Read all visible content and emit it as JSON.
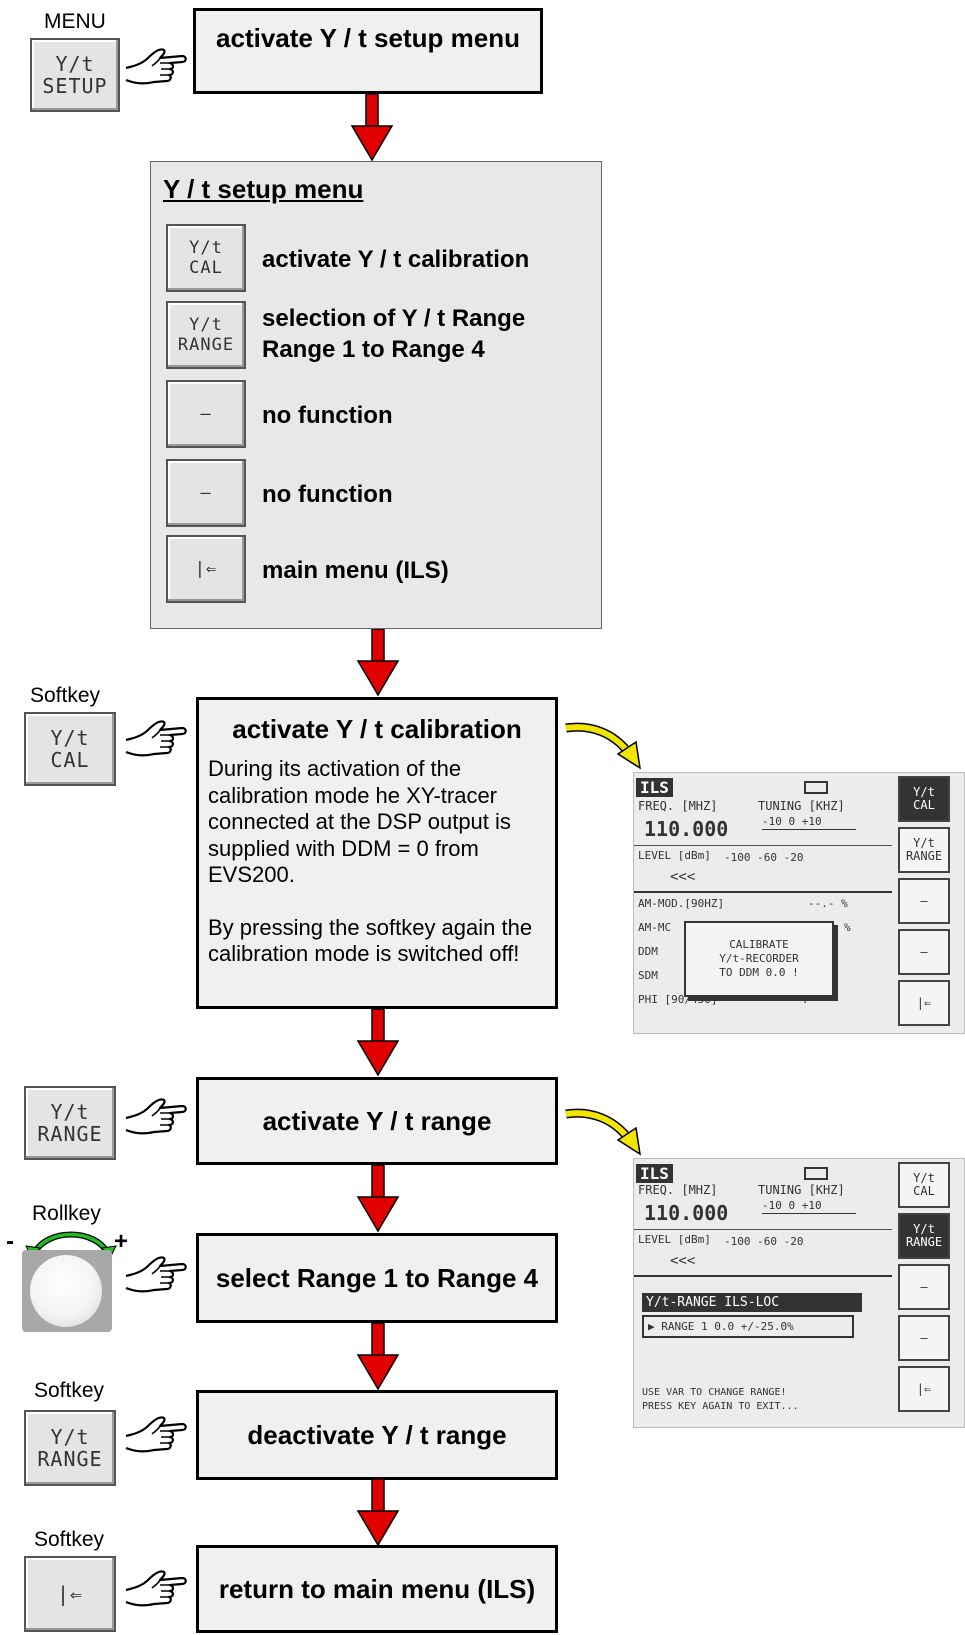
{
  "step1": {
    "key_caption": "MENU",
    "key_lines": [
      "Y/t",
      "SETUP"
    ],
    "box": "activate Y / t setup menu"
  },
  "setup_menu": {
    "title": "Y / t setup menu",
    "items": [
      {
        "key_lines": [
          "Y/t",
          "CAL"
        ],
        "desc": "activate Y / t calibration"
      },
      {
        "key_lines": [
          "Y/t",
          "RANGE"
        ],
        "desc_line1": "selection of Y / t Range",
        "desc_line2": "Range 1 to Range 4"
      },
      {
        "key_lines": [
          "–"
        ],
        "desc": "no function"
      },
      {
        "key_lines": [
          "–"
        ],
        "desc": "no function"
      },
      {
        "key_lines": [
          "|⇐"
        ],
        "desc": "main menu (ILS)"
      }
    ]
  },
  "step2": {
    "key_caption": "Softkey",
    "key_lines": [
      "Y/t",
      "CAL"
    ],
    "box_title": "activate Y / t calibration",
    "para1": "During its activation of the calibration mode he XY-tracer connected at the DSP output is supplied with DDM = 0 from EVS200.",
    "para2": "By pressing the softkey again the calibration mode is switched off!"
  },
  "step3": {
    "key_lines": [
      "Y/t",
      "RANGE"
    ],
    "box": "activate Y / t range"
  },
  "step4": {
    "key_caption": "Rollkey",
    "minus": "-",
    "plus": "+",
    "box": "select Range 1 to Range 4"
  },
  "step5": {
    "key_caption": "Softkey",
    "key_lines": [
      "Y/t",
      "RANGE"
    ],
    "box": "deactivate Y / t range"
  },
  "step6": {
    "key_caption": "Softkey",
    "key_lines": [
      "|⇐"
    ],
    "box": "return to main menu (ILS)"
  },
  "screen1": {
    "tag": "ILS",
    "freq_label": "FREQ. [MHZ]",
    "tuning_label": "TUNING [KHZ]",
    "freq_value": "110.000",
    "tuning_scale": "-10   0   +10",
    "level_label": "LEVEL [dBm]",
    "level_scale": "-100   -60   -20",
    "arrows": "<<<",
    "rows": [
      "AM-MOD.[90HZ]",
      "AM-MC",
      "DDM",
      "SDM",
      "PHI [90/450]"
    ],
    "row_values": [
      "--.-  %",
      "%",
      "",
      "",
      "---.- °"
    ],
    "popup": [
      "CALIBRATE",
      "Y/t-RECORDER",
      "TO DDM 0.0 !"
    ],
    "softkeys": [
      [
        "Y/t",
        "CAL"
      ],
      [
        "Y/t",
        "RANGE"
      ],
      [
        "–"
      ],
      [
        "–"
      ],
      [
        "|⇐"
      ]
    ]
  },
  "screen2": {
    "tag": "ILS",
    "freq_label": "FREQ. [MHZ]",
    "tuning_label": "TUNING [KHZ]",
    "freq_value": "110.000",
    "tuning_scale": "-10   0   +10",
    "level_label": "LEVEL [dBm]",
    "level_scale": "-100   -60   -20",
    "arrows": "<<<",
    "range_header": "Y/t-RANGE   ILS-LOC",
    "range_line": "▶ RANGE 1  0.0 +/-25.0%",
    "hint1": "USE VAR TO CHANGE RANGE!",
    "hint2": "PRESS KEY AGAIN TO EXIT...",
    "softkeys": [
      [
        "Y/t",
        "CAL"
      ],
      [
        "Y/t",
        "RANGE"
      ],
      [
        "–"
      ],
      [
        "–"
      ],
      [
        "|⇐"
      ]
    ]
  },
  "colors": {
    "arrow": "#e00000",
    "yellow_arrow": "#f2e600",
    "green_arc": "#22bb22"
  }
}
